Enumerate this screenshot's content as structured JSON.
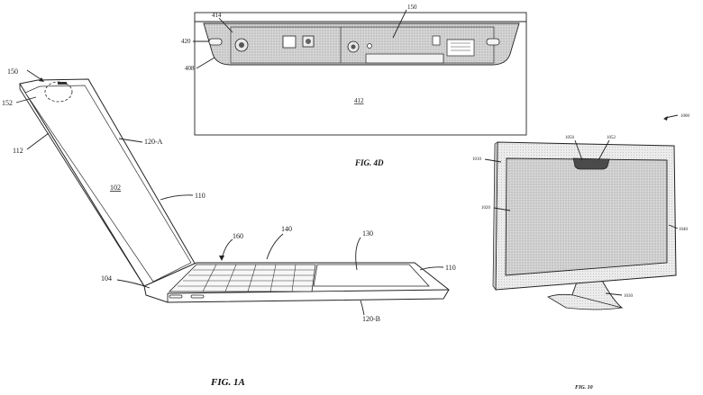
{
  "fig1a": {
    "caption": "FIG. 1A",
    "labels": {
      "l150": "150",
      "l152": "152",
      "l112": "112",
      "l120a": "120-A",
      "l102": "102",
      "l110a": "110",
      "l160": "160",
      "l140": "140",
      "l130": "130",
      "l110b": "110",
      "l104": "104",
      "l120b": "120-B"
    }
  },
  "fig4d": {
    "caption": "FIG. 4D",
    "labels": {
      "l414": "414",
      "l150": "150",
      "l420": "420",
      "l408": "408",
      "l412": "412"
    }
  },
  "fig10": {
    "caption": "FIG. 10",
    "labels": {
      "l1000": "1000",
      "l1050": "1050",
      "l1052": "1052",
      "l1010": "1010",
      "l1020": "1020",
      "l1040": "1040",
      "l1030": "1030"
    }
  }
}
